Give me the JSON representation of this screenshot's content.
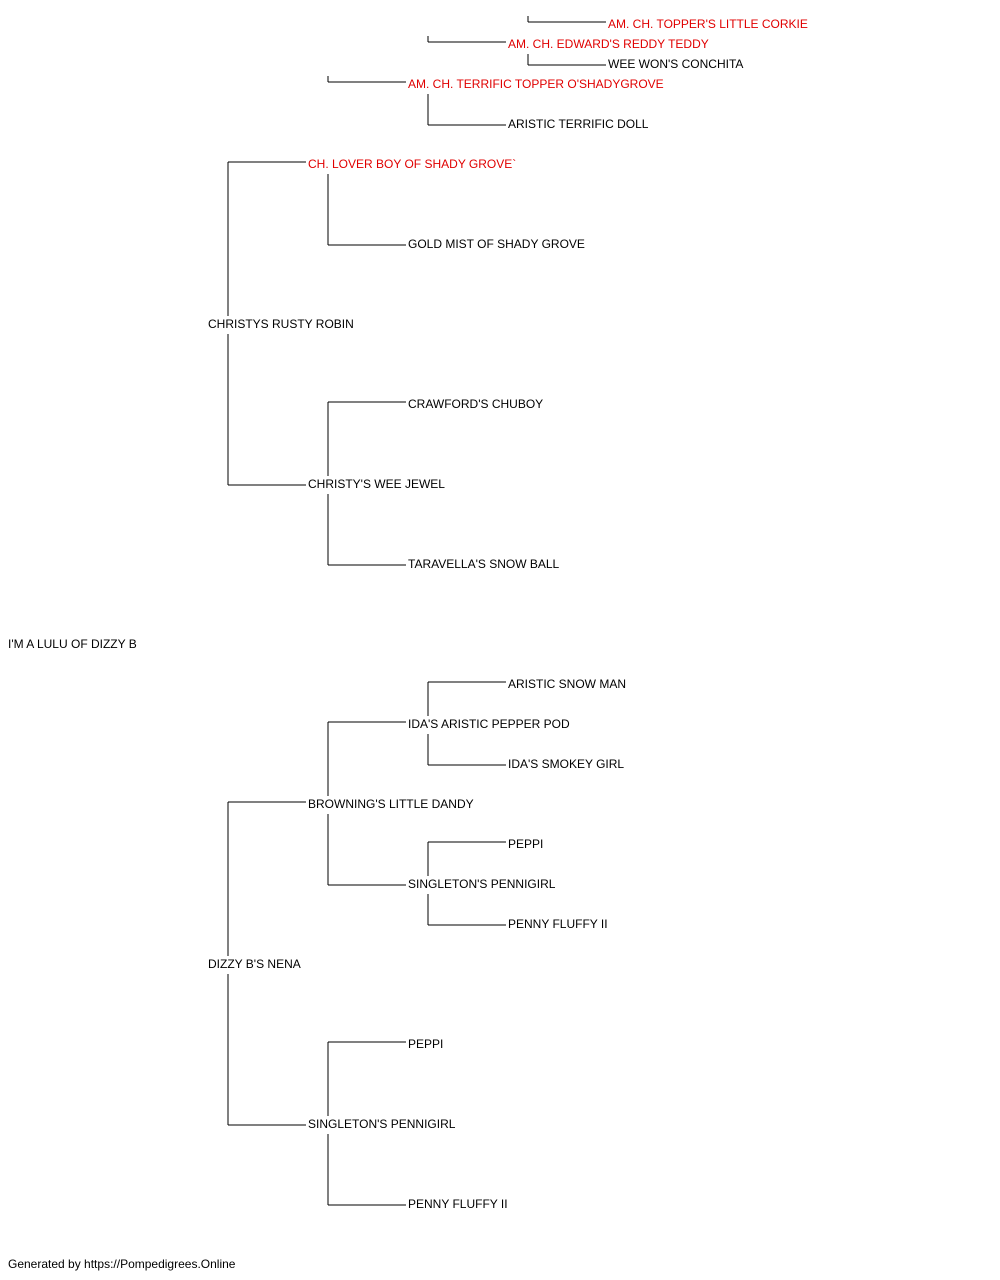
{
  "colors": {
    "champion": "#e00000",
    "regular": "#000000",
    "connector": "#000000"
  },
  "pedigree": {
    "subject": {
      "name": "I'M A LULU OF DIZZY B",
      "champion": false
    },
    "sire": {
      "name": "CHRISTYS RUSTY ROBIN",
      "champion": false,
      "sire": {
        "name": "CH. LOVER BOY OF SHADY GROVE`",
        "champion": true,
        "sire": {
          "name": "AM. CH. TERRIFIC TOPPER O'SHADYGROVE",
          "champion": true,
          "sire": {
            "name": "AM. CH. EDWARD'S REDDY TEDDY",
            "champion": true,
            "sire": {
              "name": "AM. CH. TOPPER'S LITTLE CORKIE",
              "champion": true
            },
            "dam": {
              "name": "WEE WON'S CONCHITA",
              "champion": false
            }
          },
          "dam": {
            "name": "ARISTIC TERRIFIC DOLL",
            "champion": false
          }
        },
        "dam": {
          "name": "GOLD MIST OF SHADY GROVE",
          "champion": false
        }
      },
      "dam": {
        "name": "CHRISTY'S WEE JEWEL",
        "champion": false,
        "sire": {
          "name": "CRAWFORD'S CHUBOY",
          "champion": false
        },
        "dam": {
          "name": "TARAVELLA'S SNOW BALL",
          "champion": false
        }
      }
    },
    "dam": {
      "name": "DIZZY B'S NENA",
      "champion": false,
      "sire": {
        "name": "BROWNING'S LITTLE DANDY",
        "champion": false,
        "sire": {
          "name": "IDA'S ARISTIC PEPPER POD",
          "champion": false,
          "sire": {
            "name": "ARISTIC SNOW MAN",
            "champion": false
          },
          "dam": {
            "name": "IDA'S SMOKEY GIRL",
            "champion": false
          }
        },
        "dam": {
          "name": "SINGLETON'S PENNIGIRL",
          "champion": false,
          "sire": {
            "name": "PEPPI",
            "champion": false
          },
          "dam": {
            "name": "PENNY FLUFFY II",
            "champion": false
          }
        }
      },
      "dam": {
        "name": "SINGLETON'S PENNIGIRL",
        "champion": false,
        "sire": {
          "name": "PEPPI",
          "champion": false
        },
        "dam": {
          "name": "PENNY FLUFFY II",
          "champion": false
        }
      }
    }
  },
  "footer": {
    "text": "Generated by https://Pompedigrees.Online"
  }
}
